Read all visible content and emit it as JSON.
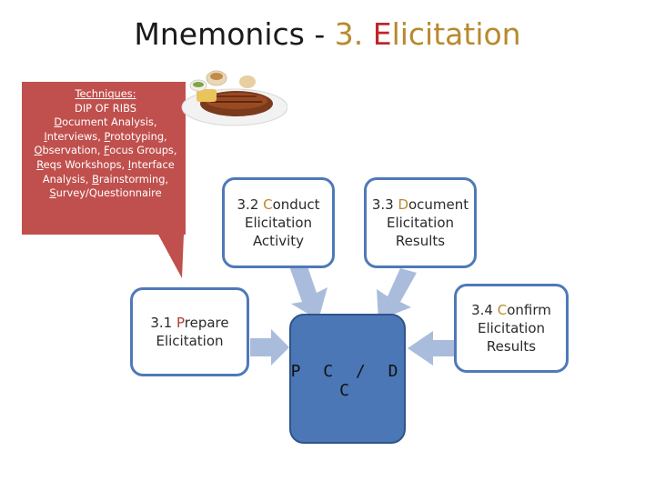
{
  "title": {
    "prefix": "Mnemonics - ",
    "number": "3. ",
    "first_letter": "E",
    "rest": "licitation"
  },
  "callout": {
    "heading": "Techniques:",
    "mnemonic": "DIP OF RIBS",
    "lines": [
      [
        {
          "u": "D"
        },
        {
          "t": "ocument Analysis,"
        }
      ],
      [
        {
          "u": "I"
        },
        {
          "t": "nterviews, "
        },
        {
          "u": "P"
        },
        {
          "t": "rototyping,"
        }
      ],
      [
        {
          "u": "O"
        },
        {
          "t": "bservation, "
        },
        {
          "u": "F"
        },
        {
          "t": "ocus Groups,"
        }
      ],
      [
        {
          "u": "R"
        },
        {
          "t": "eqs Workshops, "
        },
        {
          "u": "I"
        },
        {
          "t": "nterface"
        }
      ],
      [
        {
          "t": "Analysis, "
        },
        {
          "u": "B"
        },
        {
          "t": "rainstorming,"
        }
      ],
      [
        {
          "u": "S"
        },
        {
          "t": "urvey/Questionnaire"
        }
      ]
    ]
  },
  "steps": {
    "prepare": {
      "num": "3.1 ",
      "word": "P",
      "rest": "repare",
      "line2": "Elicitation"
    },
    "conduct": {
      "num": "3.2 ",
      "word": "C",
      "rest": "onduct",
      "line2": "Elicitation",
      "line3": "Activity"
    },
    "document": {
      "num": "3.3 ",
      "word": "D",
      "rest": "ocument",
      "line2": "Elicitation",
      "line3": "Results"
    },
    "confirm": {
      "num": "3.4 ",
      "word": "C",
      "rest": "onfirm",
      "line2": "Elicitation",
      "line3": "Results"
    }
  },
  "center": {
    "label": "PC/DC"
  },
  "colors": {
    "callout_fill": "#c0504d",
    "box_border": "#4f79b8",
    "center_fill": "#4b77b6",
    "arrow_fill": "#a9bcdc",
    "accent_red": "#b03a2e",
    "accent_gold": "#b88a2e"
  }
}
